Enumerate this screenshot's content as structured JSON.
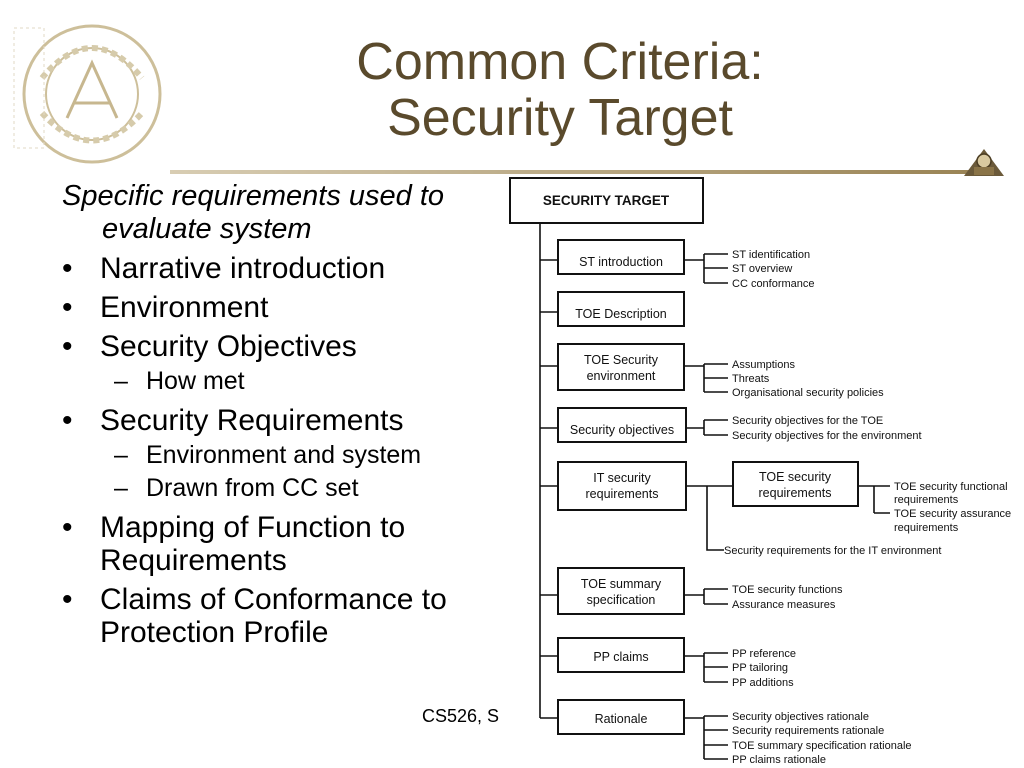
{
  "title_line1": "Common Criteria:",
  "title_line2": "Security Target",
  "left": {
    "intro": "Specific requirements used to evaluate system",
    "bullet_char": "•",
    "dash_char": "–",
    "items": [
      {
        "text": "Narrative introduction"
      },
      {
        "text": "Environment"
      },
      {
        "text": "Security Objectives",
        "sub": [
          "How met"
        ]
      },
      {
        "text": "Security Requirements",
        "sub": [
          "Environment and system",
          "Drawn from CC set"
        ]
      },
      {
        "text": "Mapping of Function to Requirements"
      },
      {
        "text": "Claims of Conformance to Protection Profile"
      }
    ]
  },
  "footer": "CS526, S",
  "diagram": {
    "root": "SECURITY TARGET",
    "boxes": {
      "st_intro": "ST introduction",
      "toe_desc": "TOE Description",
      "toe_env": [
        "TOE Security",
        "environment"
      ],
      "sec_obj": "Security objectives",
      "it_req": [
        "IT security",
        "requirements"
      ],
      "toe_req": [
        "TOE security",
        "requirements"
      ],
      "toe_sum": [
        "TOE summary",
        "specification"
      ],
      "pp_claims": "PP claims",
      "rationale": "Rationale"
    },
    "subitems": {
      "st_intro": [
        "ST identification",
        "ST overview",
        "CC conformance"
      ],
      "toe_env": [
        "Assumptions",
        "Threats",
        "Organisational security policies"
      ],
      "sec_obj": [
        "Security objectives for the TOE",
        "Security objectives for the environment"
      ],
      "toe_req": [
        "TOE security functional",
        "requirements",
        "TOE security assurance",
        "requirements"
      ],
      "it_env": "Security requirements for the IT environment",
      "toe_sum": [
        "TOE security functions",
        "Assurance measures"
      ],
      "pp_claims": [
        "PP reference",
        "PP tailoring",
        "PP additions"
      ],
      "rationale": [
        "Security objectives rationale",
        "Security requirements rationale",
        "TOE summary specification rationale",
        "PP claims rationale"
      ]
    }
  }
}
